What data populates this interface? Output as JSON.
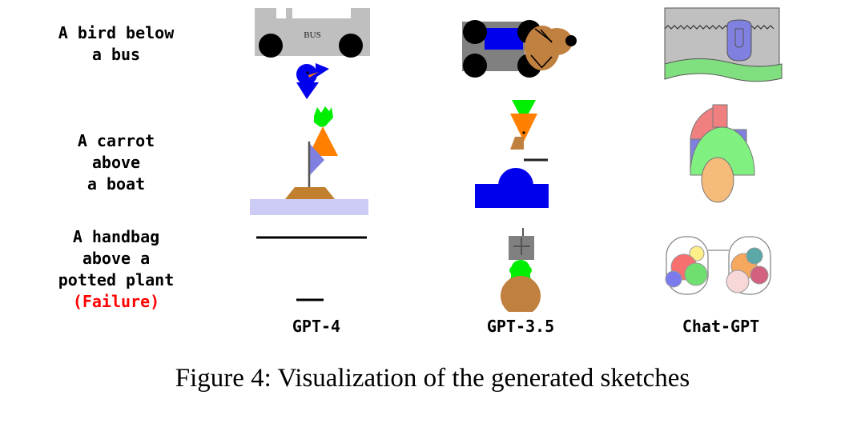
{
  "figure": {
    "caption": "Figure 4: Visualization of the generated sketches",
    "background": "#ffffff"
  },
  "rows": [
    {
      "id": "bird-below-bus",
      "prompt_lines": [
        "A bird below",
        "a bus"
      ],
      "failure_note": ""
    },
    {
      "id": "carrot-above-boat",
      "prompt_lines": [
        "A carrot",
        "above",
        "a boat"
      ],
      "failure_note": ""
    },
    {
      "id": "handbag-above-potted-plant",
      "prompt_lines": [
        "A handbag",
        "above a",
        "potted plant"
      ],
      "failure_note": "(Failure)"
    }
  ],
  "columns": [
    {
      "id": "gpt-4",
      "label": "GPT-4"
    },
    {
      "id": "gpt-3-5",
      "label": "GPT-3.5"
    },
    {
      "id": "chat-gpt",
      "label": "Chat-GPT"
    }
  ],
  "sketches": {
    "gpt4_bird_bus": {
      "bus_text": "BUS",
      "bus_body": "#bfbfbf",
      "wheel": "#000000",
      "bird_body": "#0000ee",
      "bird_beak": "#ff8000"
    },
    "gpt4_carrot_boat": {
      "leaves": "#00ee00",
      "carrot": "#ff8000",
      "sail": "#8080e0",
      "mast": "#555555",
      "hull": "#c0802f",
      "water": "#ccccf5"
    },
    "gpt4_handbag_plant": {
      "line": "#000000",
      "line_count": 2
    },
    "gpt35_bird_bus": {
      "bus_body": "#808080",
      "bus_window": "#0000ee",
      "wheel": "#000000",
      "bird_body": "#c0803f",
      "bird_head": "#000000",
      "detail_line": "#000000"
    },
    "gpt35_carrot_boat": {
      "leaves": "#00ee00",
      "carrot": "#ff8000",
      "carrot_tip": "#c0803f",
      "line": "#222222",
      "boat": "#0000ee"
    },
    "gpt35_handbag_plant": {
      "handbag": "#808080",
      "handle": "#555555",
      "plant": "#00ee00",
      "pot": "#c0803f"
    },
    "chatgpt_bird_bus": {
      "sky": "#c0c0c0",
      "wave_line": "#333333",
      "bird": "#8080e0",
      "ground": "#80e080",
      "outline": "#555555"
    },
    "chatgpt_carrot_boat": {
      "red": "#f08080",
      "purple": "#8080e0",
      "green": "#80f080",
      "orange": "#f5bb7a",
      "outline": "#777777"
    },
    "chatgpt_handbag_plant": {
      "outline": "#888888",
      "left_circles": [
        "#ffef88",
        "#f76f6f",
        "#6fe06f",
        "#7b7bee"
      ],
      "right_circles": [
        "#f5a85e",
        "#5aa8a8",
        "#f7d7d7",
        "#d4607f"
      ]
    }
  }
}
